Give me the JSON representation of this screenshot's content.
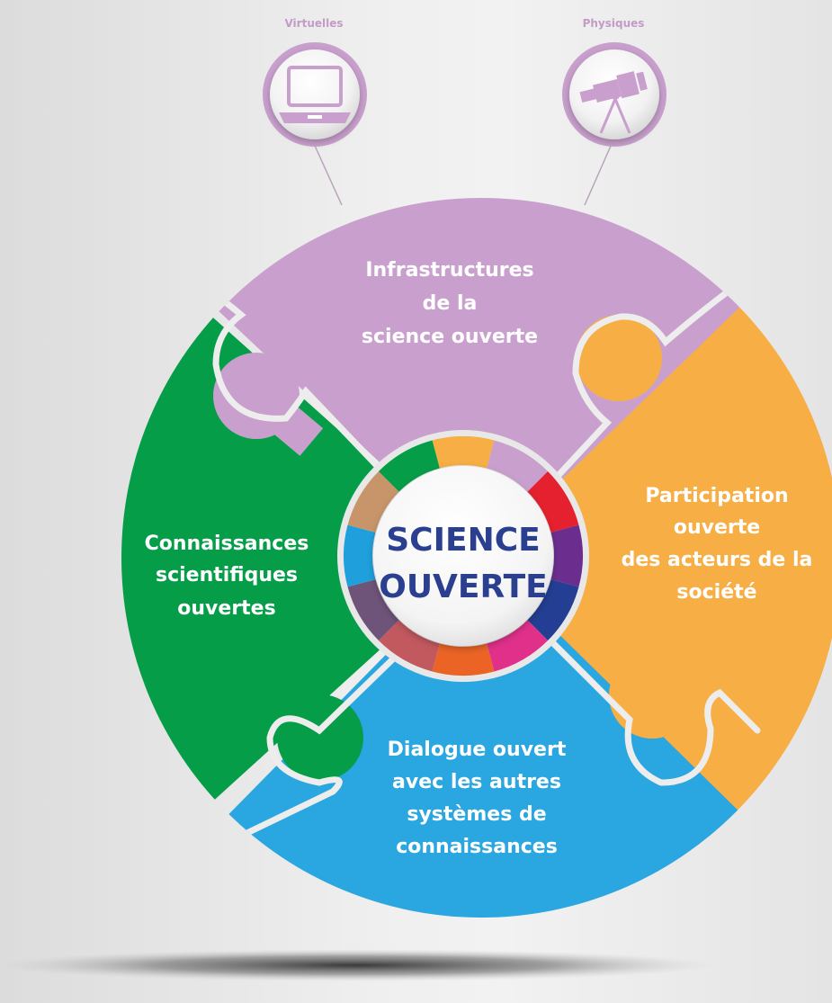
{
  "infrastructure_types": [
    {
      "label": "Virtuelles",
      "icon": "laptop-icon"
    },
    {
      "label": "Physiques",
      "icon": "telescope-icon"
    }
  ],
  "pillars": {
    "top": {
      "color": "#c9a0cd",
      "lines": [
        "Infrastructures",
        "de la",
        "science ouverte"
      ]
    },
    "right": {
      "color": "#f6ae45",
      "lines": [
        "Participation",
        "ouverte",
        "des acteurs de la",
        "société"
      ]
    },
    "bottom": {
      "color": "#2aa6e0",
      "lines": [
        "Dialogue ouvert",
        "avec les autres",
        "systèmes de",
        "connaissances"
      ]
    },
    "left": {
      "color": "#069d48",
      "lines": [
        "Connaissances",
        "scientifiques",
        "ouvertes"
      ]
    }
  },
  "center": {
    "lines": [
      "SCIENCE",
      "OUVERTE"
    ],
    "text_color": "#2a3f8f",
    "ring_colors": [
      "#f6ae45",
      "#c9a0cd",
      "#e5212f",
      "#6b2e8e",
      "#233e93",
      "#e0308a",
      "#eb6425",
      "#c1595f",
      "#6e5479",
      "#1fa0dc",
      "#c8956a",
      "#069d48"
    ]
  },
  "colors": {
    "icon_ring": "#c9a0cd",
    "connector": "#b9a3bb"
  }
}
